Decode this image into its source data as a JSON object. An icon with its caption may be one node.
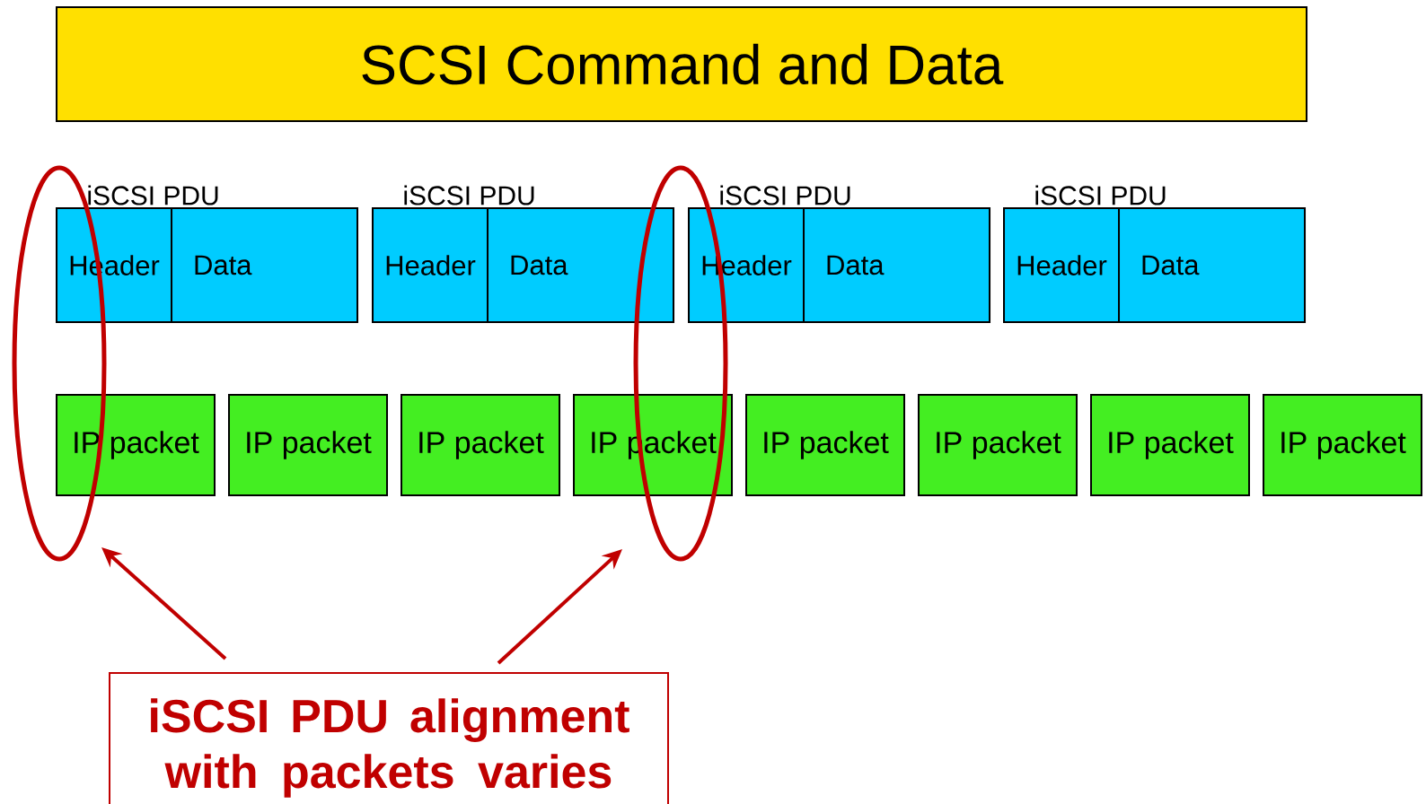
{
  "diagram": {
    "nodes": [
      {
        "text": [
          "SCSI Command and Data"
        ]
      },
      {
        "text": [
          "iSCSI PDU"
        ]
      },
      {
        "text": [
          "Header"
        ],
        "in": 1
      },
      {
        "text": [
          "Data"
        ],
        "in": 1
      },
      {
        "text": [
          "iSCSI PDU"
        ]
      },
      {
        "text": [
          "Header"
        ],
        "in": 4
      },
      {
        "text": [
          "Data"
        ],
        "in": 4
      },
      {
        "text": [
          "iSCSI PDU"
        ]
      },
      {
        "text": [
          "Header"
        ],
        "in": 7
      },
      {
        "text": [
          "Data"
        ],
        "in": 7
      },
      {
        "text": [
          "iSCSI PDU"
        ]
      },
      {
        "text": [
          "Header"
        ],
        "in": 10
      },
      {
        "text": [
          "Data"
        ],
        "in": 10
      },
      {
        "text": [
          "IP packet"
        ]
      },
      {
        "text": [
          "IP packet"
        ]
      },
      {
        "text": [
          "IP packet"
        ]
      },
      {
        "text": [
          "IP packet"
        ]
      },
      {
        "text": [
          "IP packet"
        ]
      },
      {
        "text": [
          "IP packet"
        ]
      },
      {
        "text": [
          "IP packet"
        ]
      },
      {
        "text": [
          "IP packet"
        ]
      },
      {
        "text": [],
        "shape": "ellipse"
      },
      {
        "text": [],
        "shape": "ellipse"
      },
      {
        "text": [
          "iSCSI PDU alignment with packets varies"
        ]
      }
    ],
    "edges": [
      {
        "from": 23,
        "to": 21,
        "arrow": "to"
      },
      {
        "from": 23,
        "to": 22,
        "arrow": "to"
      }
    ]
  }
}
